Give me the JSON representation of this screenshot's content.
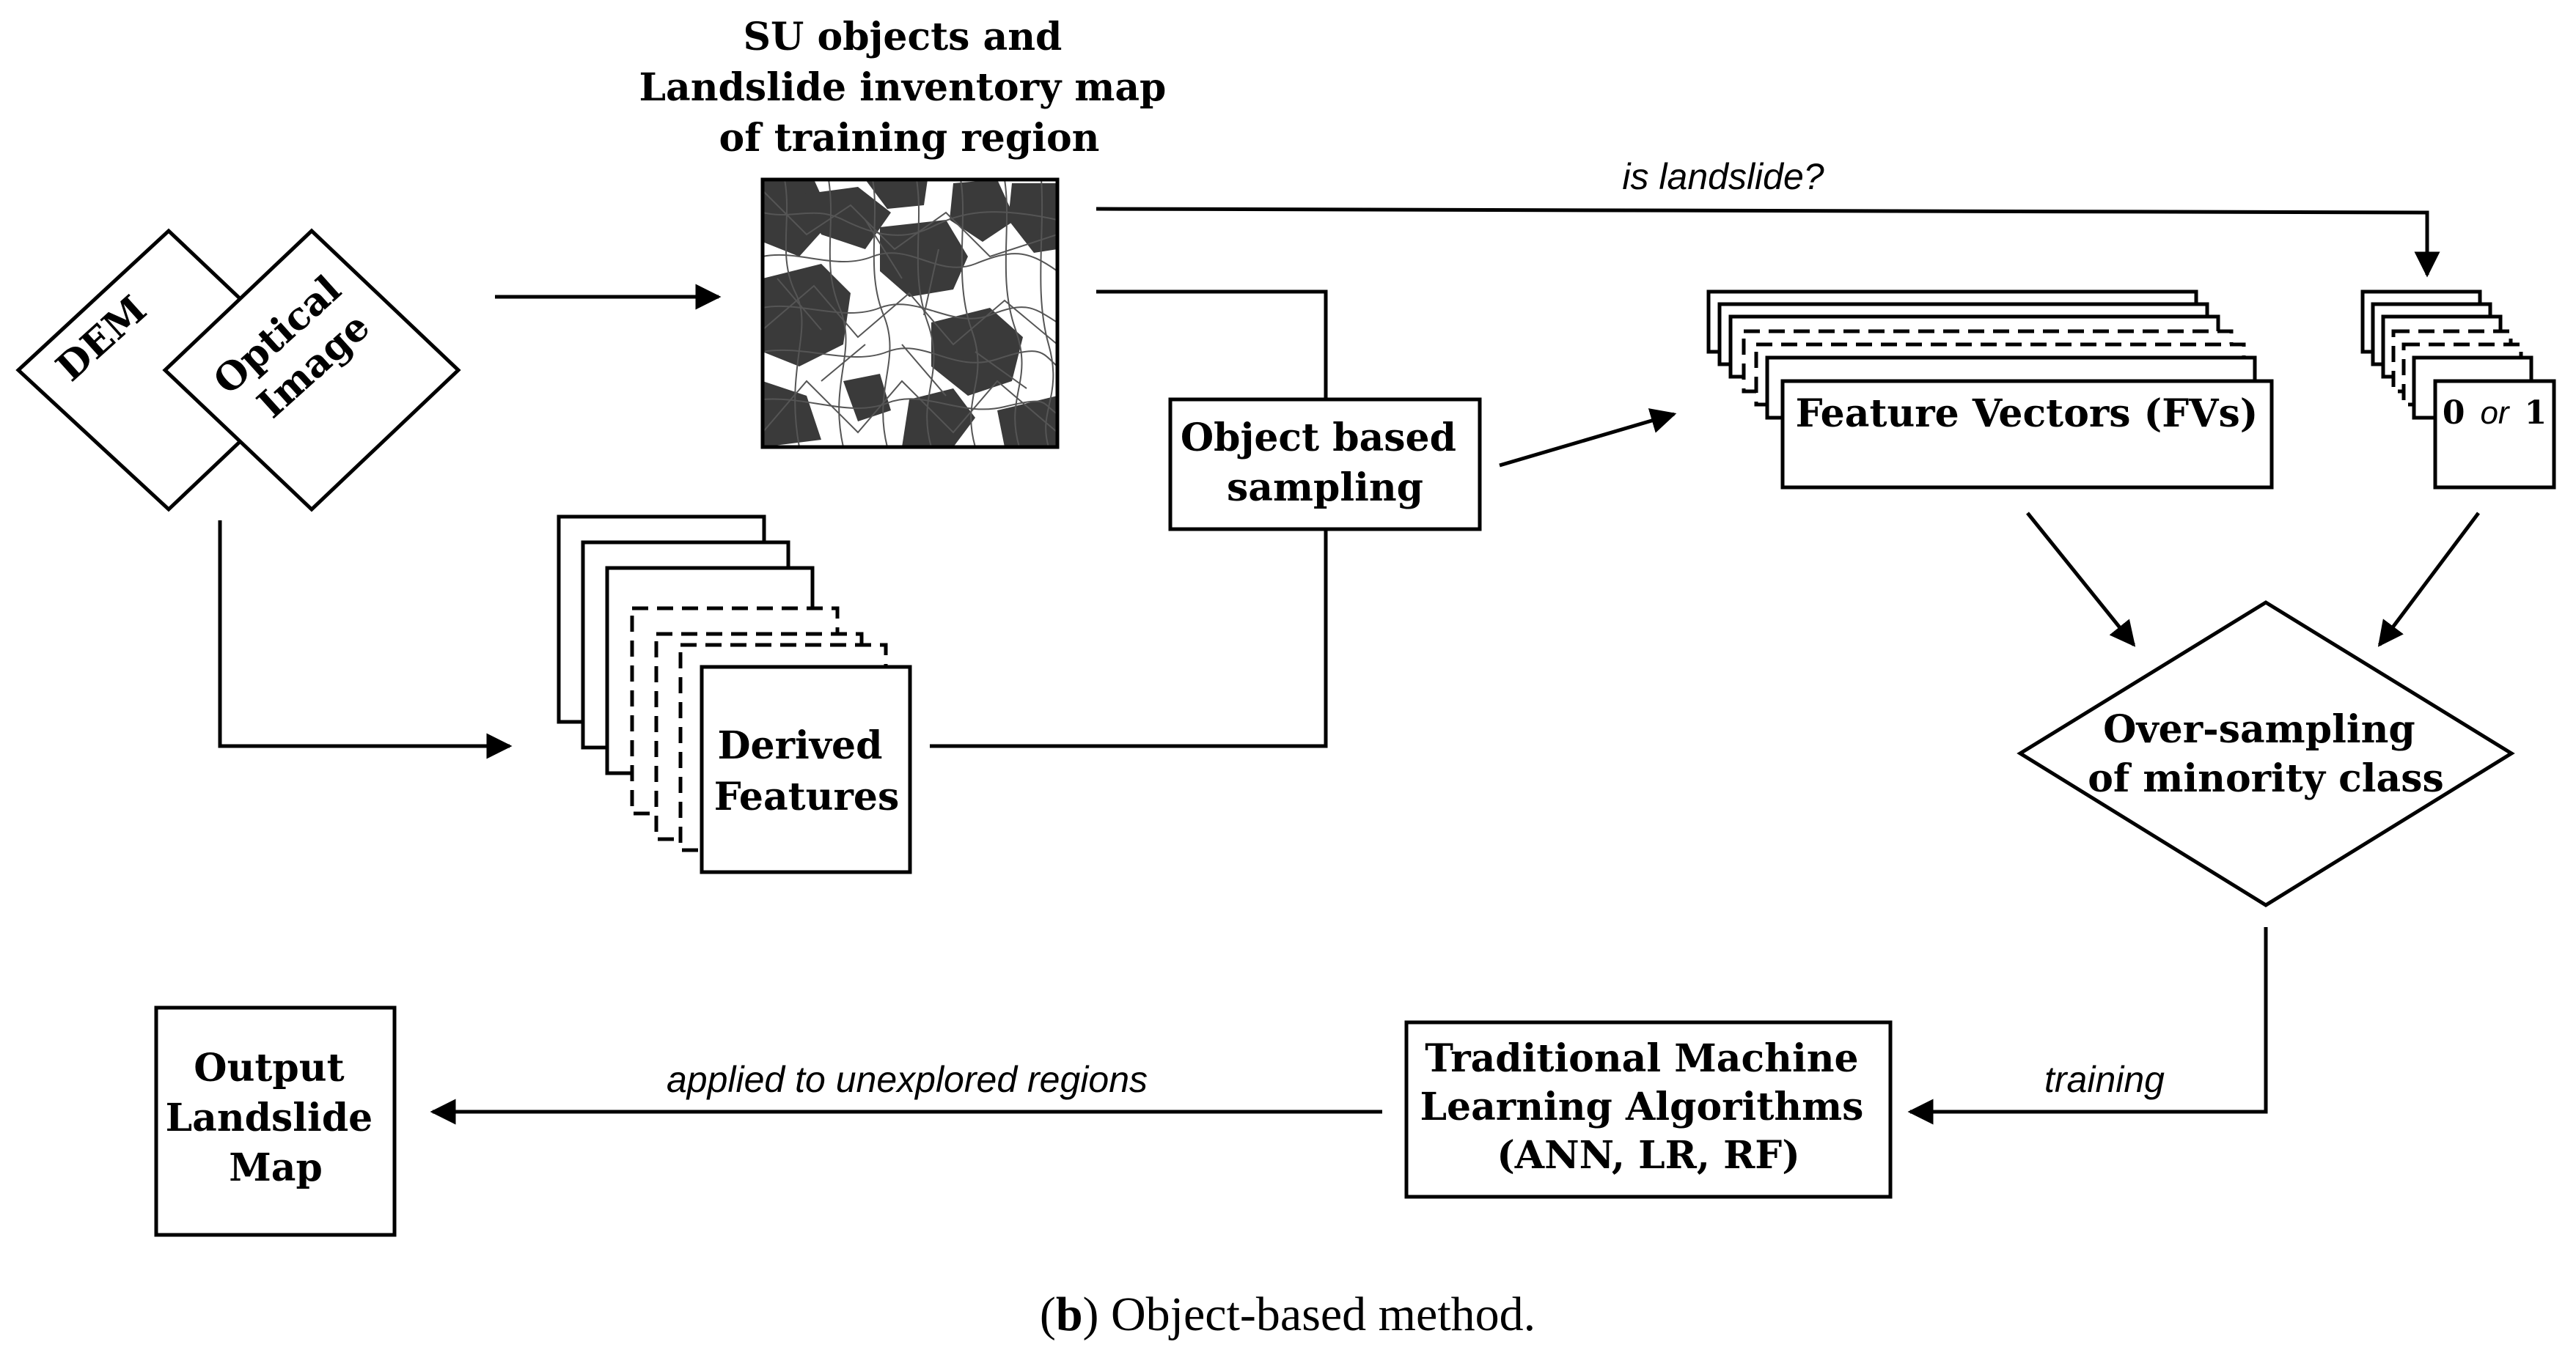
{
  "nodes": {
    "dem": "DEM",
    "optical_image": [
      "Optical",
      "Image"
    ],
    "su_objects_title": [
      "SU objects and",
      "Landslide inventory map",
      "of training region"
    ],
    "object_based_sampling": [
      "Object based",
      "sampling"
    ],
    "derived_features": [
      "Derived",
      "Features"
    ],
    "feature_vectors": "Feature Vectors (FVs)",
    "label": {
      "zero": "0",
      "or": "or",
      "one": "1"
    },
    "over_sampling": [
      "Over-sampling",
      "of minority class"
    ],
    "ml_algorithms": [
      "Traditional Machine",
      "Learning Algorithms",
      "(ANN, LR, RF)"
    ],
    "output": [
      "Output",
      "Landslide",
      "Map"
    ]
  },
  "edges": {
    "is_landslide": "is landslide?",
    "training": "training",
    "applied": "applied to unexplored regions"
  },
  "caption": {
    "bold": "b",
    "rest": ") Object-based method.",
    "open": "("
  },
  "colors": {
    "stroke": "#000000",
    "background": "#ffffff",
    "landslide_fill": "#3a3a3a"
  }
}
